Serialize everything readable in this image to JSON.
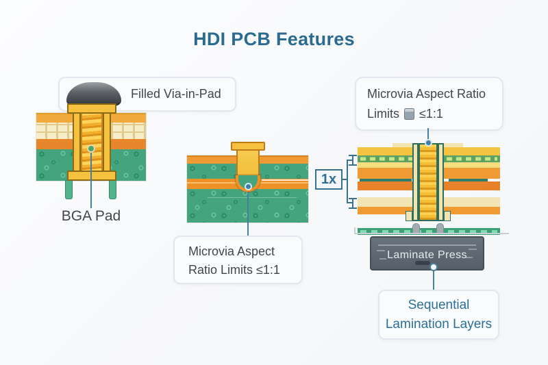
{
  "title": "HDI PCB Features",
  "colors": {
    "accent_blue": "#2A6F97",
    "body_text": "#3F474D",
    "gold": "#F5C13E",
    "orange": "#F09A33",
    "green": "#43A47D",
    "cream": "#F2E3B2",
    "teal_outline": "#2E6E5E",
    "press_gray": "#5A656F",
    "leader_blue": "#47809F"
  },
  "left_diagram": {
    "callout_label": "Filled Via-in-Pad",
    "dome_icon": "filled-via-dome-icon",
    "caption": "BGA Pad"
  },
  "middle_diagram": {
    "callout_line1": "Microvia Aspect",
    "callout_line2": "Ratio Limits ≤1:1",
    "scale_label": "1x"
  },
  "right_diagram": {
    "callout_line1": "Microvia Aspect Ratio",
    "callout_line2_prefix": "Limits",
    "callout_line2_suffix": "≤1:1",
    "via_fill_icon": "filled-via-icon",
    "press_label": "Laminate Press",
    "bottom_callout_line1": "Sequential",
    "bottom_callout_line2": "Lamination Layers"
  }
}
